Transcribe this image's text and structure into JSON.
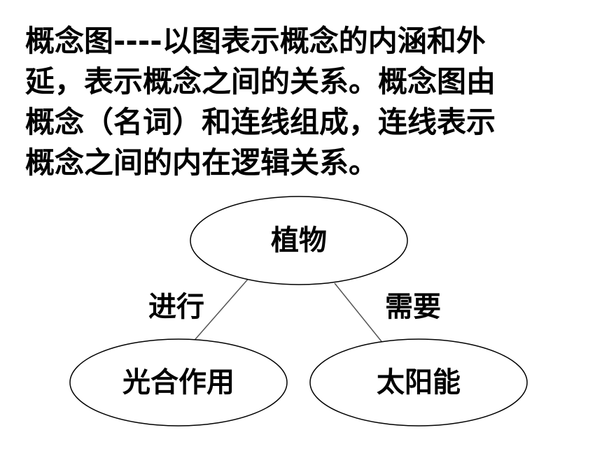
{
  "intro": {
    "lines": [
      "概念图----以图表示概念的内涵和外",
      "延，表示概念之间的关系。概念图由",
      "概念（名词）和连线组成，连线表示",
      "概念之间的内在逻辑关系。"
    ]
  },
  "concept_map": {
    "nodes": {
      "root": "植物",
      "left": "光合作用",
      "right": "太阳能"
    },
    "links": {
      "left": "进行",
      "right": "需要"
    }
  }
}
